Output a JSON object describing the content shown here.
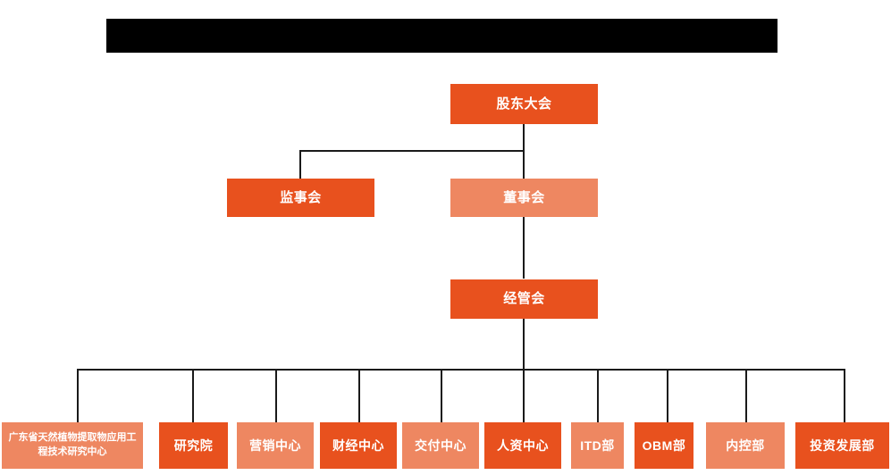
{
  "page": {
    "title_banner": {
      "name": "redacted-title-banner",
      "text": "",
      "color": "#000000"
    },
    "background": "#ffffff"
  },
  "palette": {
    "node_dark": "#E8511E",
    "node_light": "#EE8761",
    "connector": "#1a1a1a",
    "node_text": "#FFFFFF"
  },
  "chart_data": {
    "type": "diagram",
    "subtype": "organization-chart",
    "title": "",
    "orientation": "top-down",
    "nodes": [
      {
        "id": "shareholders",
        "label": "股东大会",
        "tone": "dark",
        "level": 0
      },
      {
        "id": "supervisors",
        "label": "监事会",
        "tone": "dark",
        "level": 1
      },
      {
        "id": "directors",
        "label": "董事会",
        "tone": "light",
        "level": 1
      },
      {
        "id": "management",
        "label": "经管会",
        "tone": "dark",
        "level": 2
      },
      {
        "id": "research-ctr",
        "label": "广东省天然植物提取物应用工程技术研究中心",
        "tone": "light",
        "level": 3
      },
      {
        "id": "institute",
        "label": "研究院",
        "tone": "dark",
        "level": 3
      },
      {
        "id": "marketing",
        "label": "营销中心",
        "tone": "light",
        "level": 3
      },
      {
        "id": "finance",
        "label": "财经中心",
        "tone": "dark",
        "level": 3
      },
      {
        "id": "delivery",
        "label": "交付中心",
        "tone": "light",
        "level": 3
      },
      {
        "id": "hr",
        "label": "人资中心",
        "tone": "dark",
        "level": 3
      },
      {
        "id": "itd",
        "label": "ITD部",
        "tone": "light",
        "level": 3
      },
      {
        "id": "obm",
        "label": "OBM部",
        "tone": "dark",
        "level": 3
      },
      {
        "id": "internal-ctrl",
        "label": "内控部",
        "tone": "light",
        "level": 3
      },
      {
        "id": "investment",
        "label": "投资发展部",
        "tone": "dark",
        "level": 3
      }
    ],
    "edges": [
      {
        "from": "shareholders",
        "to": "supervisors"
      },
      {
        "from": "shareholders",
        "to": "directors"
      },
      {
        "from": "directors",
        "to": "management"
      },
      {
        "from": "management",
        "to": "research-ctr"
      },
      {
        "from": "management",
        "to": "institute"
      },
      {
        "from": "management",
        "to": "marketing"
      },
      {
        "from": "management",
        "to": "finance"
      },
      {
        "from": "management",
        "to": "delivery"
      },
      {
        "from": "management",
        "to": "hr"
      },
      {
        "from": "management",
        "to": "itd"
      },
      {
        "from": "management",
        "to": "obm"
      },
      {
        "from": "management",
        "to": "internal-ctrl"
      },
      {
        "from": "management",
        "to": "investment"
      }
    ]
  }
}
